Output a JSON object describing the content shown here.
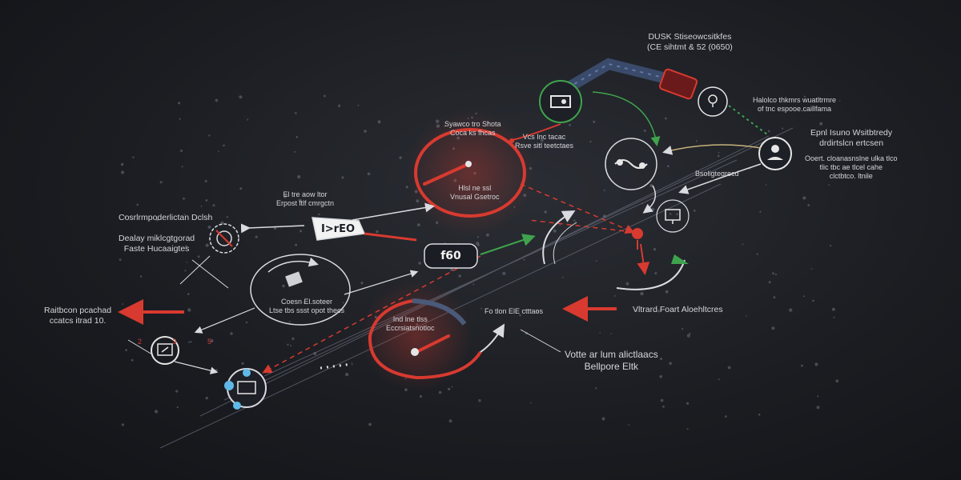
{
  "labels": {
    "top_right": {
      "line1": "DUSK Stiseowcsitkfes",
      "line2": "(CE sihtmt & 52 (0650)"
    },
    "far_right_1": {
      "line1": "Halolco thkmrs wuatltrmre",
      "line2": "of tnc espooe.caillfama"
    },
    "far_right_2": {
      "line1": "Epnl Isuno Wsitbtredy",
      "line2": "drdirtslcn ertcsen"
    },
    "far_right_3": {
      "line1": "Ooert. cloanasnslne ulka tlco",
      "line2": "tlic tbc ae tlcel cahe",
      "line3": "clctbtco. ltnile"
    },
    "top_mid_1": {
      "line1": "Syawco tro Shota",
      "line2": "Coca ks fhcas"
    },
    "top_mid_2": {
      "line1": "Vcs Inc tacac",
      "line2": "Rsve sitl teetctaes"
    },
    "ring_inner": {
      "line1": "Hlsl ne ssl",
      "line2": "Vnusal Gsetroc"
    },
    "mid_left_upper": {
      "line1": "El tre aow ltor",
      "line2": "Erpost ltlf cmrgctn"
    },
    "far_left_1": {
      "line1": "Cosrlrmpoderlictan Dclsh"
    },
    "far_left_2": {
      "line1": "Dealay miklcgtgorad",
      "line2": "Faste Hucaaigtes"
    },
    "loop_label": {
      "line1": "Coesn El.soteer",
      "line2": "Ltse tbs ssst opot thecs"
    },
    "far_left_3": {
      "line1": "Raitbcon pcachad",
      "line2": "ccatcs itrad 10."
    },
    "bottom_ring": {
      "line1": "Ind lne tlss",
      "line2": "Eccrsiatsnotloc"
    },
    "bottom_mid": {
      "line1": "Fo tlon ElE ctttaos"
    },
    "right_mid": {
      "line1": "Vltrard Foart Aloehltcres"
    },
    "bottom_right": {
      "line1": "Votte ar lum alictlaacs",
      "line2": "Bellpore Eltk"
    },
    "right_node": {
      "line1": "Bsoligtegrecd"
    }
  },
  "badges": {
    "center_badge": "I>rEO",
    "mid_badge": "f60",
    "corner_marks": "2 3 5"
  },
  "colors": {
    "accent_red": "#d83a30",
    "accent_green": "#3fa34d",
    "accent_blue": "#5fb8e8",
    "line_white": "#d9dbe0",
    "muted_blue": "#4a5a78"
  }
}
